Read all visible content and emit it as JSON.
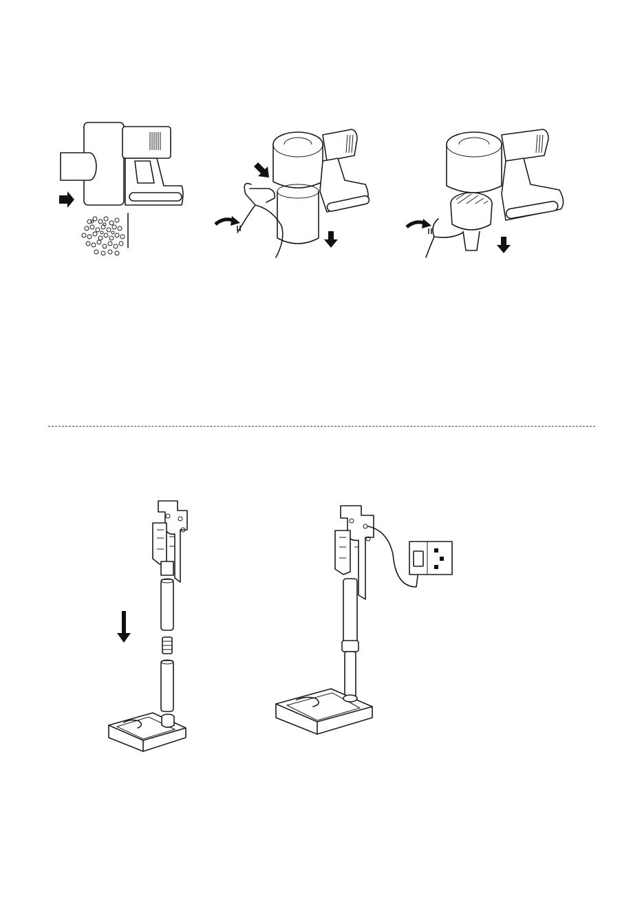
{
  "colors": {
    "line": "#1a1a1a",
    "background": "#ffffff"
  },
  "step_figures": [
    {
      "name": "empty-dust-bin-illustration",
      "icons": [
        "push-arrow-icon",
        "debris-icon"
      ]
    },
    {
      "name": "twist-remove-bin-illustration",
      "icons": [
        "rotate-arrow-icon",
        "down-arrow-icon"
      ]
    },
    {
      "name": "twist-remove-filter-illustration",
      "icons": [
        "rotate-arrow-icon",
        "down-arrow-icon"
      ]
    }
  ],
  "mount_figures": [
    {
      "name": "assemble-stand-illustration",
      "icons": [
        "down-arrow-icon"
      ]
    },
    {
      "name": "stand-with-charger-illustration",
      "icons": [
        "wall-socket-icon",
        "plug-icon"
      ]
    }
  ],
  "divider": "dashed-separator"
}
